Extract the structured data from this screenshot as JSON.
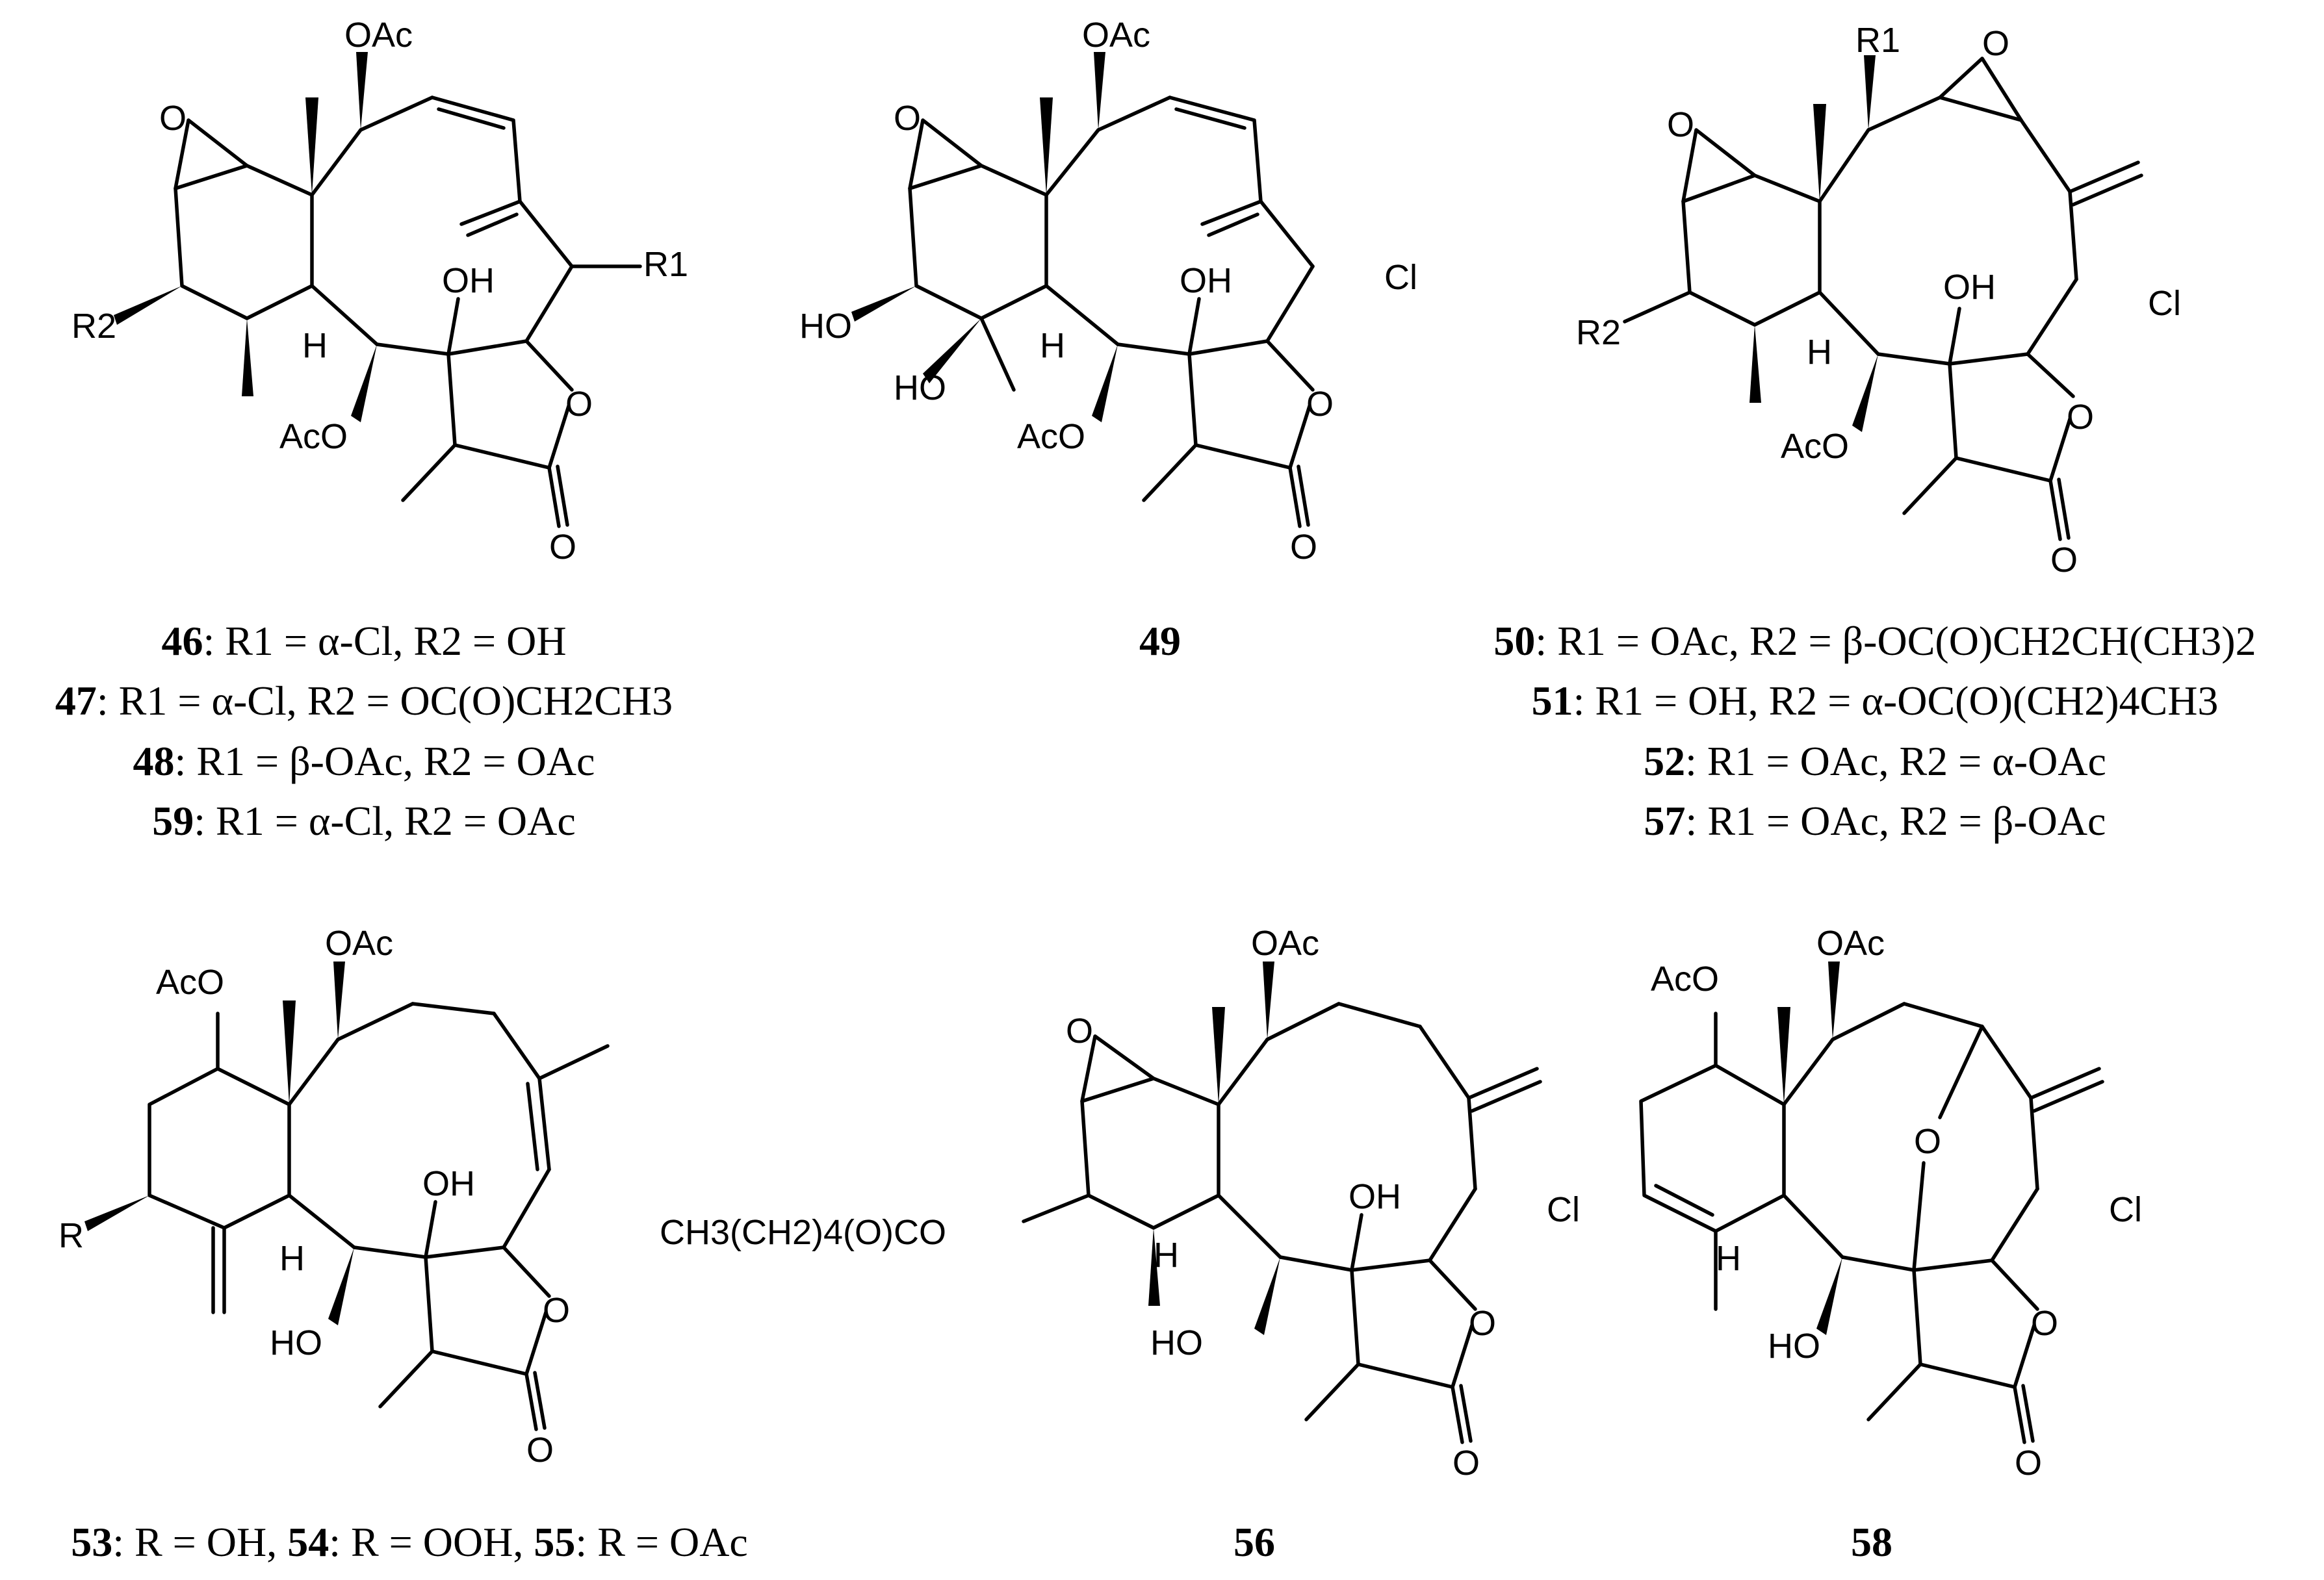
{
  "structures": [
    {
      "id": "46-47-48-59",
      "substituent_labels": [
        "OAc",
        "O",
        "OH",
        "R1",
        "R2",
        "H",
        "AcO",
        "O",
        "O"
      ]
    },
    {
      "id": "49",
      "substituent_labels": [
        "OAc",
        "O",
        "OH",
        "Cl",
        "HO",
        "HO",
        "H",
        "AcO",
        "O",
        "O"
      ]
    },
    {
      "id": "50-51-52-57",
      "substituent_labels": [
        "R1",
        "O",
        "O",
        "OH",
        "Cl",
        "R2",
        "H",
        "AcO",
        "O",
        "O"
      ]
    },
    {
      "id": "53-54-55",
      "substituent_labels": [
        "OAc",
        "AcO",
        "OH",
        "R",
        "H",
        "HO",
        "O",
        "O"
      ]
    },
    {
      "id": "56",
      "substituent_labels": [
        "OAc",
        "O",
        "OH",
        "Cl",
        "CH3(CH2)4(O)CO",
        "H",
        "HO",
        "O",
        "O"
      ]
    },
    {
      "id": "58",
      "substituent_labels": [
        "OAc",
        "AcO",
        "O",
        "Cl",
        "H",
        "HO",
        "O",
        "O"
      ]
    }
  ],
  "captions": {
    "c46": {
      "id": "46",
      "text": ": R1 = α-Cl, R2 = OH"
    },
    "c47": {
      "id": "47",
      "text": ": R1 = α-Cl, R2 = OC(O)CH2CH3"
    },
    "c48": {
      "id": "48",
      "text": ": R1 = β-OAc, R2 = OAc"
    },
    "c59": {
      "id": "59",
      "text": ": R1 = α-Cl, R2 = OAc"
    },
    "c49": {
      "id": "49",
      "text": ""
    },
    "c50": {
      "id": "50",
      "text": ": R1 = OAc, R2 = β-OC(O)CH2CH(CH3)2"
    },
    "c51": {
      "id": "51",
      "text": ": R1 = OH, R2 = α-OC(O)(CH2)4CH3"
    },
    "c52": {
      "id": "52",
      "text": ": R1 = OAc, R2 = α-OAc"
    },
    "c57": {
      "id": "57",
      "text": ": R1 = OAc, R2 = β-OAc"
    },
    "c53": {
      "id": "53",
      "text": ": R = OH, "
    },
    "c54": {
      "id": "54",
      "text": ": R = OOH, "
    },
    "c55": {
      "id": "55",
      "text": ": R = OAc"
    },
    "c56": {
      "id": "56",
      "text": ""
    },
    "c58": {
      "id": "58",
      "text": ""
    }
  }
}
